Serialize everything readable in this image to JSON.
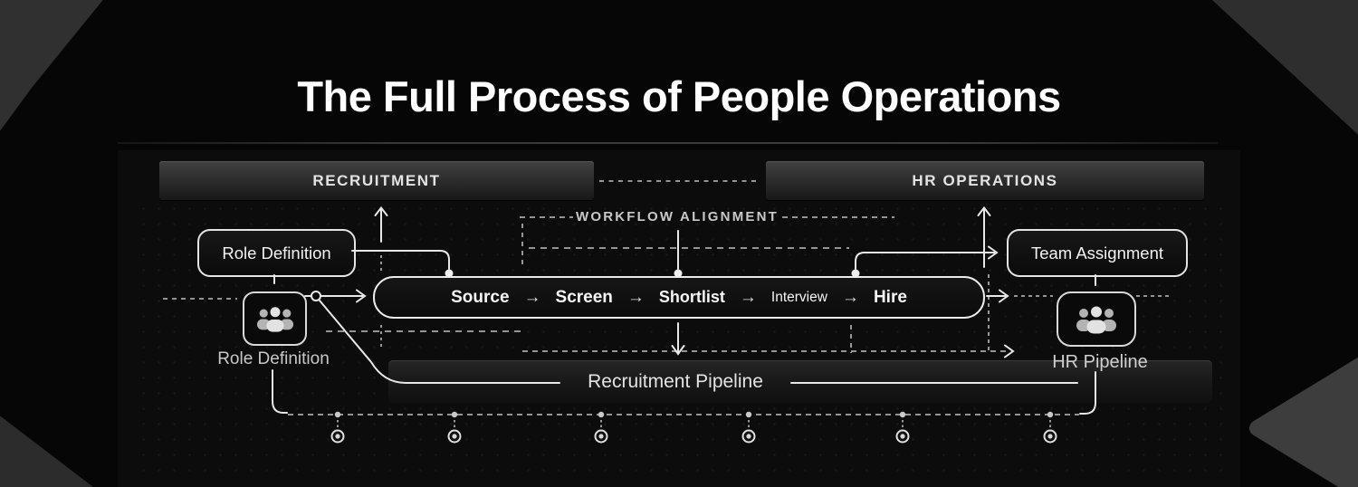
{
  "title": "The Full Process of People Operations",
  "sections": {
    "recruitment": "RECRUITMENT",
    "hr_operations": "HR OPERATIONS"
  },
  "workflow": {
    "label": "WORKFLOW ALIGNMENT"
  },
  "boxes": {
    "role_definition": "Role Definition",
    "team_assignment": "Team Assignment"
  },
  "pipeline": {
    "stages": [
      "Source",
      "Screen",
      "Shortlist",
      "Interview",
      "Hire"
    ],
    "arrow": "→"
  },
  "recruitment_pipeline": {
    "label": "Recruitment Pipeline"
  },
  "icon_labels": {
    "role_definition": "Role Definition",
    "hr_pipeline": "HR Pipeline"
  },
  "icons": {
    "left_tile": "people-group-icon",
    "right_tile": "people-group-icon"
  },
  "timeline": {
    "node_count": 6
  },
  "colors": {
    "background": "#060606",
    "panel": "#0c0c0c",
    "box_border": "#e4e4e4",
    "solid_line": "#e8e8e8",
    "dashed_line": "#9a9a9a",
    "title_text": "#ffffff",
    "muted_text": "#c9c9c9",
    "corner_shape": "#303030"
  }
}
